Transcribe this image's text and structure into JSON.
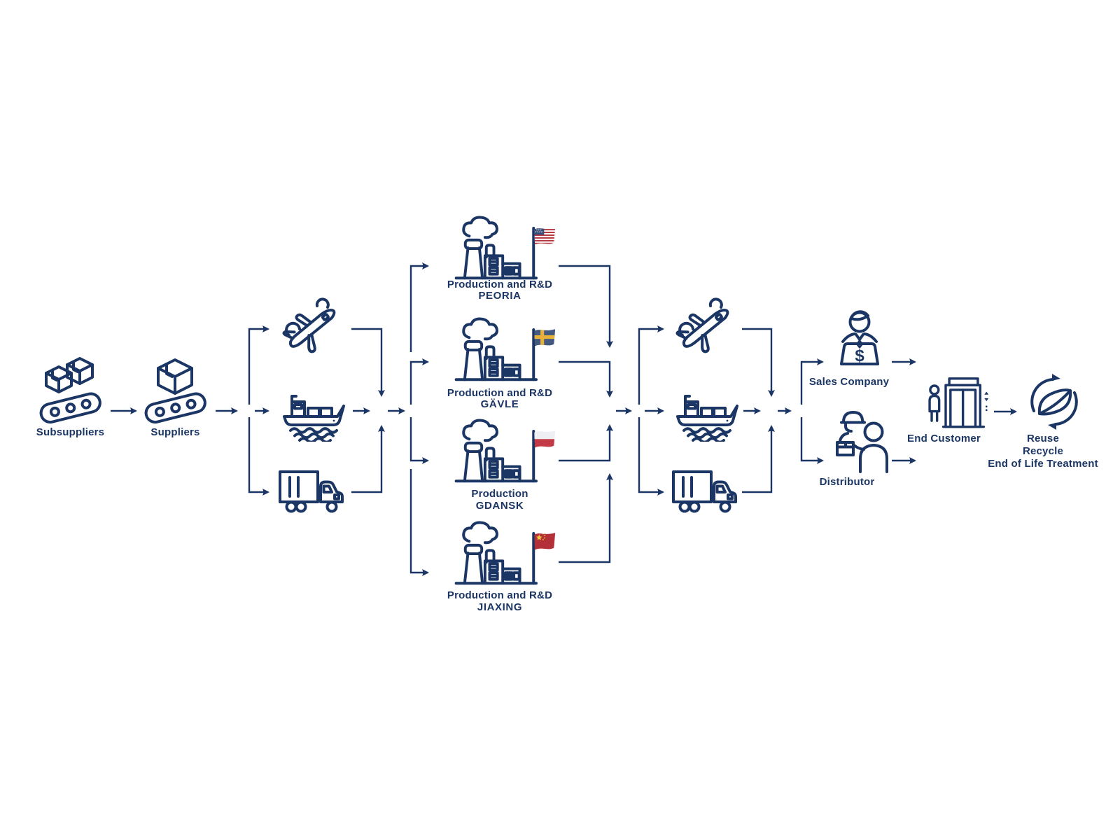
{
  "colors": {
    "line": "#1B3664",
    "us_stripe_red": "#B5353F",
    "us_canton_blue": "#3A4E7A",
    "sweden_blue": "#44597F",
    "sweden_yellow": "#E8B23A",
    "poland_white": "#EDEFF2",
    "poland_red": "#C23A46",
    "china_red": "#B33038",
    "china_yellow": "#EFC93C"
  },
  "nodes": {
    "subsuppliers": {
      "label": "Subsuppliers"
    },
    "suppliers": {
      "label": "Suppliers"
    },
    "transport_legs": [
      {
        "modes": [
          "airplane",
          "cargo-ship",
          "truck"
        ]
      },
      {
        "modes": [
          "airplane",
          "cargo-ship",
          "truck"
        ]
      }
    ],
    "production_sites": [
      {
        "line1": "Production and R&D",
        "line2": "PEORIA",
        "flag": "us-flag"
      },
      {
        "line1": "Production and R&D",
        "line2": "GÄVLE",
        "flag": "sweden-flag"
      },
      {
        "line1": "Production",
        "line2": "GDANSK",
        "flag": "poland-flag"
      },
      {
        "line1": "Production and R&D",
        "line2": "JIAXING",
        "flag": "china-flag"
      }
    ],
    "sales_company": {
      "label": "Sales Company",
      "laptop_symbol": "$"
    },
    "distributor": {
      "label": "Distributor"
    },
    "end_customer": {
      "label": "End Customer"
    },
    "end_of_life": {
      "line1": "Reuse",
      "line2": "Recycle",
      "line3": "End of Life Treatment"
    }
  }
}
